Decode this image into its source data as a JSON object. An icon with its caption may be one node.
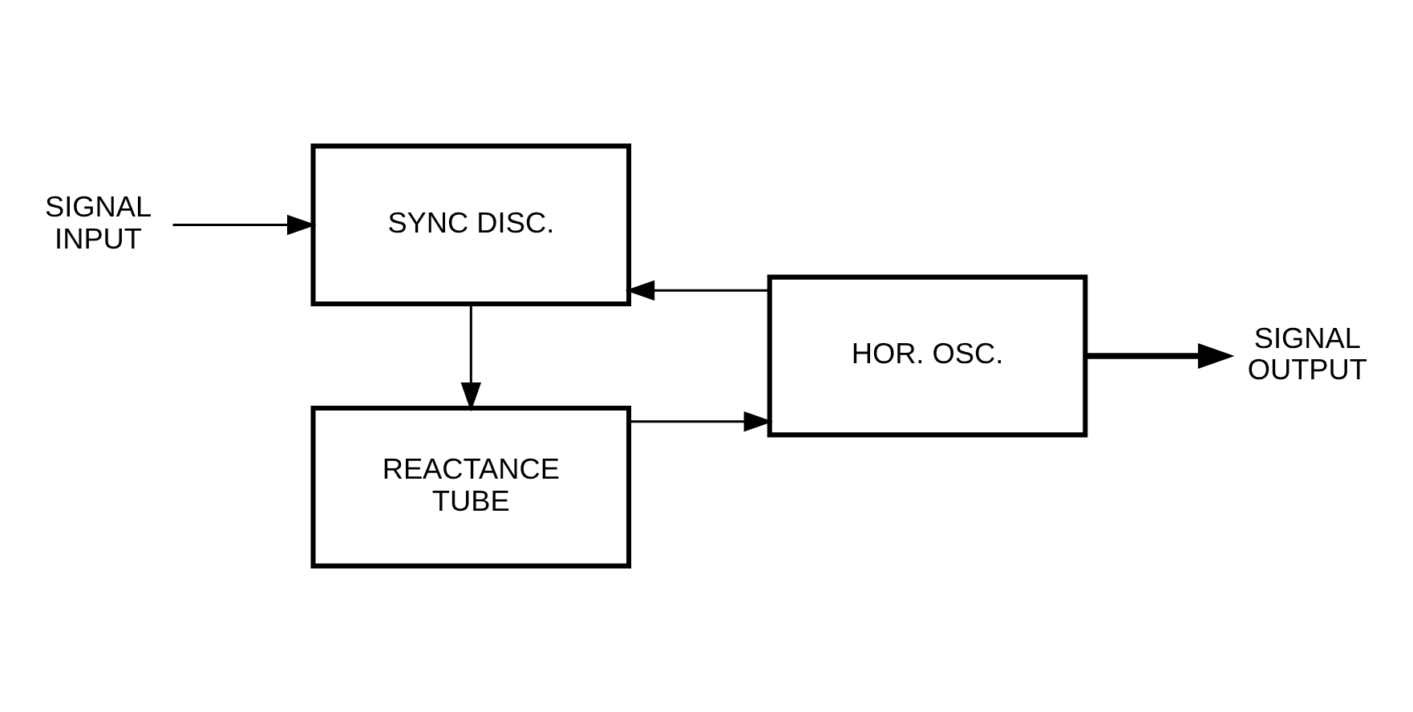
{
  "diagram": {
    "nodes": [
      {
        "text": [
          "SIGNAL INPUT"
        ]
      },
      {
        "text": [
          "SYNC DISC."
        ]
      },
      {
        "text": [
          "REACTANCE TUBE"
        ]
      },
      {
        "text": [
          "HOR. OSC."
        ]
      },
      {
        "text": [
          "SIGNAL OUTPUT"
        ]
      }
    ],
    "edges": [
      {
        "from": 0,
        "to": 1,
        "arrow": "to"
      },
      {
        "from": 1,
        "to": 2,
        "arrow": "to"
      },
      {
        "from": 2,
        "to": 3,
        "arrow": "to"
      },
      {
        "from": 3,
        "to": 1,
        "arrow": "to"
      },
      {
        "from": 3,
        "to": 4,
        "arrow": "to",
        "style": "thick"
      }
    ]
  }
}
